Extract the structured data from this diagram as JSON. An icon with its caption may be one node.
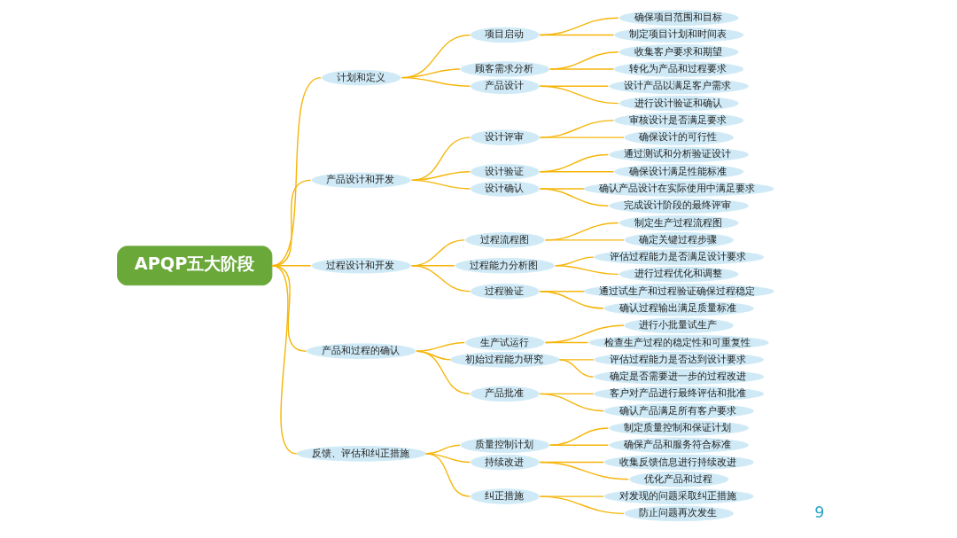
{
  "diagram": {
    "nodes": [
      {
        "text": [
          "APQP五大阶段"
        ]
      },
      {
        "text": [
          "计划和定义"
        ]
      },
      {
        "text": [
          "项目启动"
        ]
      },
      {
        "text": [
          "确保项目范围和目标"
        ]
      },
      {
        "text": [
          "制定项目计划和时间表"
        ]
      },
      {
        "text": [
          "顾客需求分析"
        ]
      },
      {
        "text": [
          "收集客户要求和期望"
        ]
      },
      {
        "text": [
          "转化为产品和过程要求"
        ]
      },
      {
        "text": [
          "产品设计"
        ]
      },
      {
        "text": [
          "设计产品以满足客户需求"
        ]
      },
      {
        "text": [
          "进行设计验证和确认"
        ]
      },
      {
        "text": [
          "产品设计和开发"
        ]
      },
      {
        "text": [
          "设计评审"
        ]
      },
      {
        "text": [
          "审核设计是否满足要求"
        ]
      },
      {
        "text": [
          "确保设计的可行性"
        ]
      },
      {
        "text": [
          "设计验证"
        ]
      },
      {
        "text": [
          "通过测试和分析验证设计"
        ]
      },
      {
        "text": [
          "确保设计满足性能标准"
        ]
      },
      {
        "text": [
          "设计确认"
        ]
      },
      {
        "text": [
          "确认产品设计在实际使用中满足要求"
        ]
      },
      {
        "text": [
          "完成设计阶段的最终评审"
        ]
      },
      {
        "text": [
          "过程设计和开发"
        ]
      },
      {
        "text": [
          "过程流程图"
        ]
      },
      {
        "text": [
          "制定生产过程流程图"
        ]
      },
      {
        "text": [
          "确定关键过程步骤"
        ]
      },
      {
        "text": [
          "过程能力分析图"
        ]
      },
      {
        "text": [
          "评估过程能力是否满足设计要求"
        ]
      },
      {
        "text": [
          "进行过程优化和调整"
        ]
      },
      {
        "text": [
          "过程验证"
        ]
      },
      {
        "text": [
          "通过试生产和过程验证确保过程稳定"
        ]
      },
      {
        "text": [
          "确认过程输出满足质量标准"
        ]
      },
      {
        "text": [
          "产品和过程的确认"
        ]
      },
      {
        "text": [
          "生产试运行"
        ]
      },
      {
        "text": [
          "进行小批量试生产"
        ]
      },
      {
        "text": [
          "检查生产过程的稳定性和可重复性"
        ]
      },
      {
        "text": [
          "初始过程能力研究"
        ]
      },
      {
        "text": [
          "评估过程能力是否达到设计要求"
        ]
      },
      {
        "text": [
          "确定是否需要进一步的过程改进"
        ]
      },
      {
        "text": [
          "产品批准"
        ]
      },
      {
        "text": [
          "客户对产品进行最终评估和批准"
        ]
      },
      {
        "text": [
          "确认产品满足所有客户要求"
        ]
      },
      {
        "text": [
          "反馈、评估和纠正措施"
        ]
      },
      {
        "text": [
          "质量控制计划"
        ]
      },
      {
        "text": [
          "制定质量控制和保证计划"
        ]
      },
      {
        "text": [
          "确保产品和服务符合标准"
        ]
      },
      {
        "text": [
          "持续改进"
        ]
      },
      {
        "text": [
          "收集反馈信息进行持续改进"
        ]
      },
      {
        "text": [
          "优化产品和过程"
        ]
      },
      {
        "text": [
          "纠正措施"
        ]
      },
      {
        "text": [
          "对发现的问题采取纠正措施"
        ]
      },
      {
        "text": [
          "防止问题再次发生"
        ]
      }
    ],
    "edges": [
      {
        "from": 0,
        "to": 1,
        "arrow": "none"
      },
      {
        "from": 1,
        "to": 2,
        "arrow": "none"
      },
      {
        "from": 2,
        "to": 3,
        "arrow": "none"
      },
      {
        "from": 2,
        "to": 4,
        "arrow": "none"
      },
      {
        "from": 1,
        "to": 5,
        "arrow": "none"
      },
      {
        "from": 5,
        "to": 6,
        "arrow": "none"
      },
      {
        "from": 5,
        "to": 7,
        "arrow": "none"
      },
      {
        "from": 1,
        "to": 8,
        "arrow": "none"
      },
      {
        "from": 8,
        "to": 9,
        "arrow": "none"
      },
      {
        "from": 8,
        "to": 10,
        "arrow": "none"
      },
      {
        "from": 0,
        "to": 11,
        "arrow": "none"
      },
      {
        "from": 11,
        "to": 12,
        "arrow": "none"
      },
      {
        "from": 12,
        "to": 13,
        "arrow": "none"
      },
      {
        "from": 12,
        "to": 14,
        "arrow": "none"
      },
      {
        "from": 11,
        "to": 15,
        "arrow": "none"
      },
      {
        "from": 15,
        "to": 16,
        "arrow": "none"
      },
      {
        "from": 15,
        "to": 17,
        "arrow": "none"
      },
      {
        "from": 11,
        "to": 18,
        "arrow": "none"
      },
      {
        "from": 18,
        "to": 19,
        "arrow": "none"
      },
      {
        "from": 18,
        "to": 20,
        "arrow": "none"
      },
      {
        "from": 0,
        "to": 21,
        "arrow": "none"
      },
      {
        "from": 21,
        "to": 22,
        "arrow": "none"
      },
      {
        "from": 22,
        "to": 23,
        "arrow": "none"
      },
      {
        "from": 22,
        "to": 24,
        "arrow": "none"
      },
      {
        "from": 21,
        "to": 25,
        "arrow": "none"
      },
      {
        "from": 25,
        "to": 26,
        "arrow": "none"
      },
      {
        "from": 25,
        "to": 27,
        "arrow": "none"
      },
      {
        "from": 21,
        "to": 28,
        "arrow": "none"
      },
      {
        "from": 28,
        "to": 29,
        "arrow": "none"
      },
      {
        "from": 28,
        "to": 30,
        "arrow": "none"
      },
      {
        "from": 0,
        "to": 31,
        "arrow": "none"
      },
      {
        "from": 31,
        "to": 32,
        "arrow": "none"
      },
      {
        "from": 32,
        "to": 33,
        "arrow": "none"
      },
      {
        "from": 32,
        "to": 34,
        "arrow": "none"
      },
      {
        "from": 31,
        "to": 35,
        "arrow": "none"
      },
      {
        "from": 35,
        "to": 36,
        "arrow": "none"
      },
      {
        "from": 35,
        "to": 37,
        "arrow": "none"
      },
      {
        "from": 31,
        "to": 38,
        "arrow": "none"
      },
      {
        "from": 38,
        "to": 39,
        "arrow": "none"
      },
      {
        "from": 38,
        "to": 40,
        "arrow": "none"
      },
      {
        "from": 0,
        "to": 41,
        "arrow": "none"
      },
      {
        "from": 41,
        "to": 42,
        "arrow": "none"
      },
      {
        "from": 42,
        "to": 43,
        "arrow": "none"
      },
      {
        "from": 42,
        "to": 44,
        "arrow": "none"
      },
      {
        "from": 41,
        "to": 45,
        "arrow": "none"
      },
      {
        "from": 45,
        "to": 46,
        "arrow": "none"
      },
      {
        "from": 45,
        "to": 47,
        "arrow": "none"
      },
      {
        "from": 41,
        "to": 48,
        "arrow": "none"
      },
      {
        "from": 48,
        "to": 49,
        "arrow": "none"
      },
      {
        "from": 48,
        "to": 50,
        "arrow": "none"
      }
    ],
    "labels": [
      "9"
    ]
  }
}
